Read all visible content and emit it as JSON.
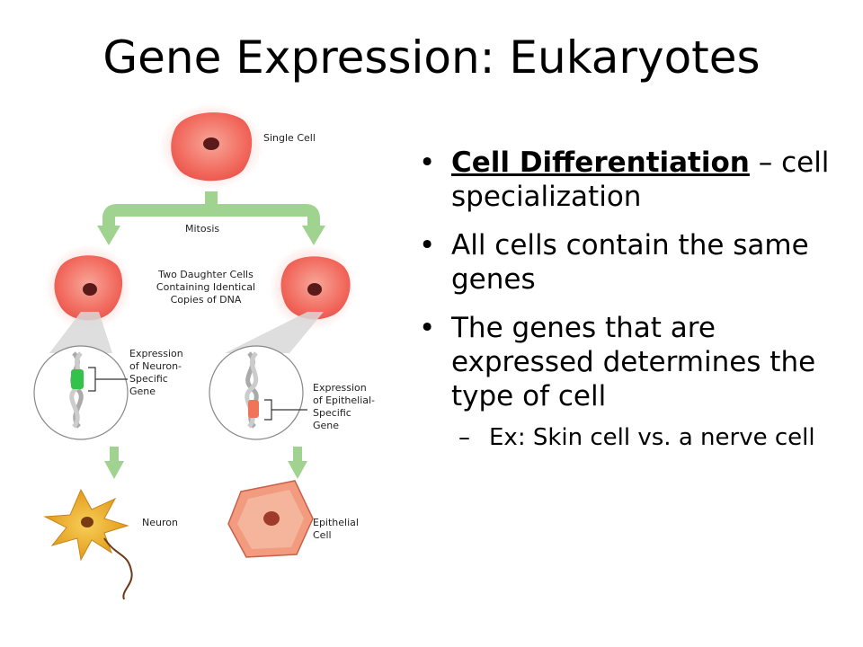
{
  "slide": {
    "title": "Gene Expression: Eukaryotes"
  },
  "diagram": {
    "labels": {
      "single_cell": "Single Cell",
      "mitosis": "Mitosis",
      "daughter_line1": "Two Daughter Cells",
      "daughter_line2": "Containing Identical",
      "daughter_line3": "Copies of DNA",
      "neuron_expr_line1": "Expression",
      "neuron_expr_line2": "of Neuron-",
      "neuron_expr_line3": "Specific",
      "neuron_expr_line4": "Gene",
      "epi_expr_line1": "Expression",
      "epi_expr_line2": "of Epithelial-",
      "epi_expr_line3": "Specific",
      "epi_expr_line4": "Gene",
      "neuron": "Neuron",
      "epithelial_line1": "Epithelial",
      "epithelial_line2": "Cell"
    },
    "colors": {
      "arrow_green": "#9fd38f",
      "cell_red": "#f26a5e",
      "nucleus": "#5a1a1a",
      "neuron_gene": "#33c24a",
      "epithelial_gene": "#f0745a",
      "neuron_body": "#f0b030",
      "epithelial_body": "#f29b7e"
    }
  },
  "bullets": {
    "b1_term": "Cell Differentiation",
    "b1_rest": " – cell specialization",
    "b2": "All cells contain the same genes",
    "b3": "The genes that are expressed determines the type of cell",
    "b3_sub_dash": "–",
    "b3_sub": "Ex: Skin cell vs. a nerve cell"
  }
}
